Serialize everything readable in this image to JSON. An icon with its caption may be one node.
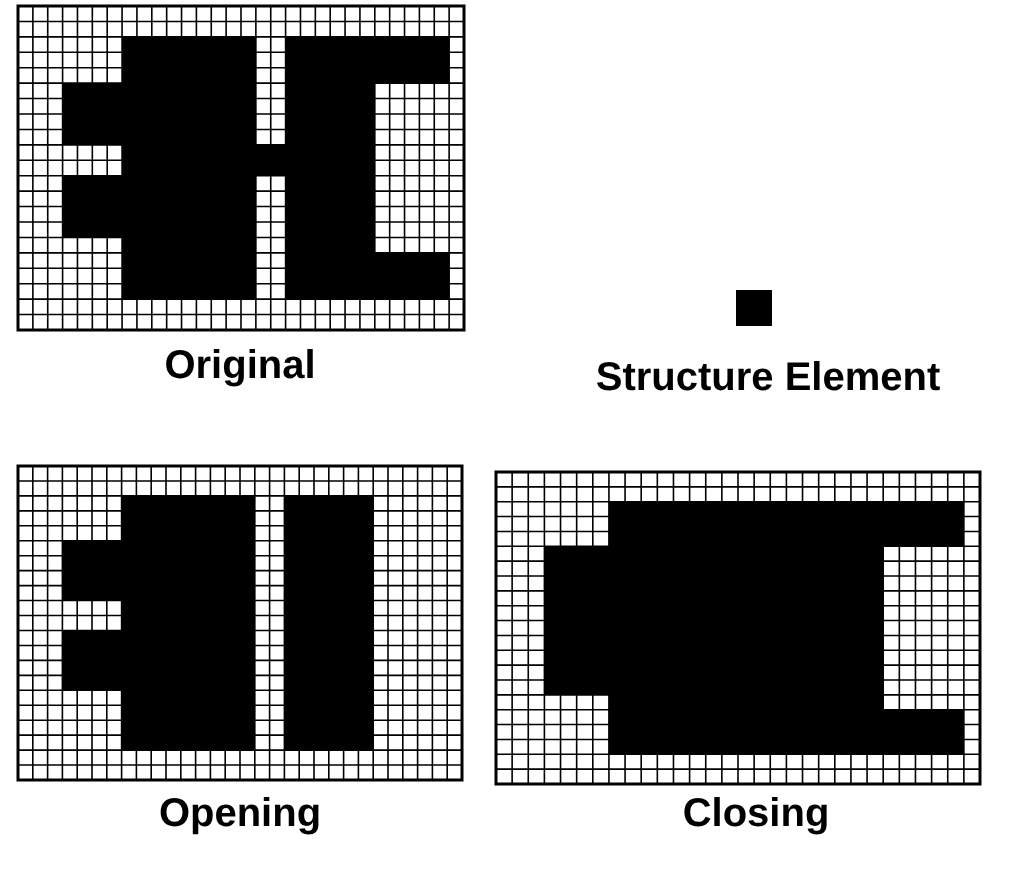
{
  "diagram": {
    "nodes": [
      {
        "text": [
          "Original"
        ]
      },
      {
        "text": [
          "Structure Element"
        ]
      },
      {
        "text": [
          "Opening"
        ]
      },
      {
        "text": [
          "Closing"
        ]
      }
    ]
  }
}
